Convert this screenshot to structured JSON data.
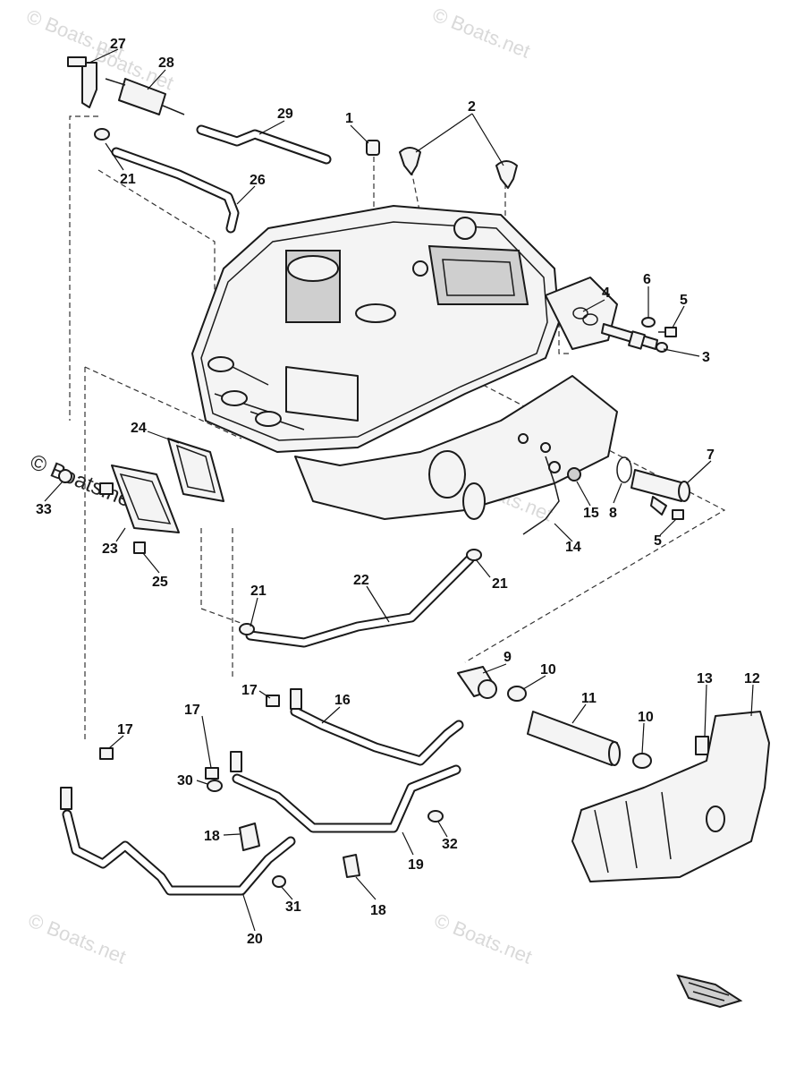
{
  "watermarks": {
    "top_left": "© Boats.net",
    "top_mid": "© Boats.net",
    "top_small": "Boats.net",
    "center": "Boats.net",
    "side": "© Boats.net",
    "bottom_left": "© Boats.net",
    "bottom_mid": "© Boats.net"
  },
  "callouts": {
    "c1": "1",
    "c2": "2",
    "c3": "3",
    "c4": "4",
    "c5a": "5",
    "c5b": "5",
    "c6": "6",
    "c7": "7",
    "c8": "8",
    "c9": "9",
    "c10a": "10",
    "c10b": "10",
    "c11": "11",
    "c12": "12",
    "c13": "13",
    "c14": "14",
    "c15": "15",
    "c16": "16",
    "c17a": "17",
    "c17b": "17",
    "c17c": "17",
    "c18a": "18",
    "c18b": "18",
    "c19": "19",
    "c20": "20",
    "c21a": "21",
    "c21b": "21",
    "c21c": "21",
    "c22": "22",
    "c23": "23",
    "c24": "24",
    "c25": "25",
    "c26": "26",
    "c27": "27",
    "c28": "28",
    "c29": "29",
    "c30": "30",
    "c31": "31",
    "c32": "32",
    "c33": "33"
  },
  "icons": {
    "orientation": "boat-orientation-icon"
  }
}
